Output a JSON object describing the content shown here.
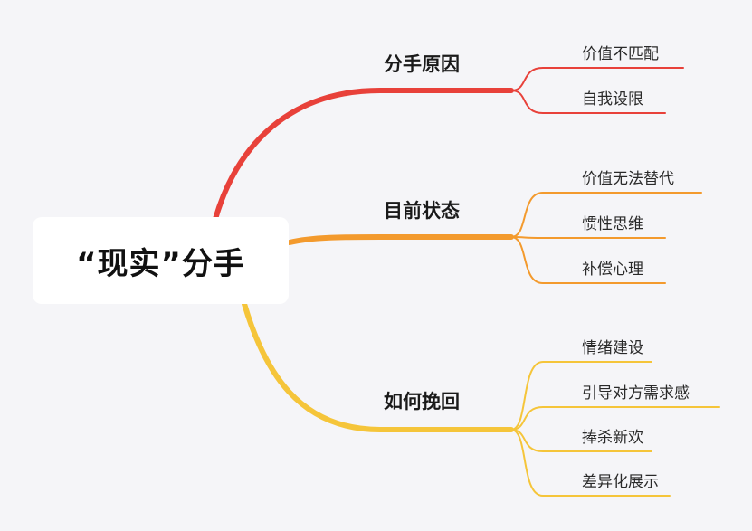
{
  "root": {
    "label": "“现实”分手"
  },
  "branches": [
    {
      "label": "分手原因",
      "color": "#e8413a",
      "children": [
        "价值不匹配",
        "自我设限"
      ]
    },
    {
      "label": "目前状态",
      "color": "#f39a2d",
      "children": [
        "价值无法替代",
        "惯性思维",
        "补偿心理"
      ]
    },
    {
      "label": "如何挽回",
      "color": "#f5c53a",
      "children": [
        "情绪建设",
        "引导对方需求感",
        "捧杀新欢",
        "差异化展示"
      ]
    }
  ]
}
